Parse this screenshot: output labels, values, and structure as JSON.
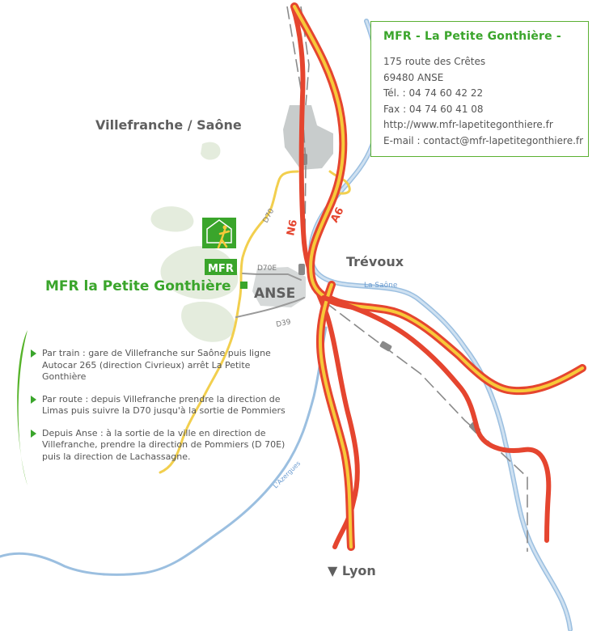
{
  "info": {
    "title": "MFR - La Petite Gonthière -",
    "lines": [
      "175 route des Crêtes",
      "69480 ANSE",
      "Tél. : 04 74 60 42 22",
      "Fax : 04 74 60 41 08",
      "http://www.mfr-lapetitegonthiere.fr",
      "E-mail : contact@mfr-lapetitegonthiere.fr"
    ]
  },
  "places": {
    "villefranche": "Villefranche / Saône",
    "trevoux": "Trévoux",
    "anse": "ANSE",
    "lyon": "▼ Lyon",
    "mfr": "MFR la Petite Gonthière"
  },
  "roads": {
    "n6": "N6",
    "a6": "A6",
    "d70": "D70",
    "d70e": "D70E",
    "d39": "D39"
  },
  "rivers": {
    "saone": "La Saône",
    "azergues": "L'Azergues"
  },
  "logo_text": "MFR",
  "instructions": [
    "Par train : gare de Villefranche sur Saône puis ligne Autocar 265 (direction Civrieux) arrêt La Petite Gonthière",
    "Par route : depuis Villefranche prendre la direction de Limas puis suivre la D70 jusqu'à la sortie de Pommiers",
    "Depuis Anse : à la sortie de la ville en direction de Villefranche, prendre la direction de Pommiers (D 70E) puis la direction de Lachassagne."
  ],
  "colors": {
    "green": "#3aa52b",
    "road_red": "#e5452f",
    "road_yellow": "#f7c93a",
    "river": "#9bbfe0",
    "rail": "#8a8a8a",
    "urban": "#c8cccc",
    "vegetation": "#e4ecdd"
  }
}
